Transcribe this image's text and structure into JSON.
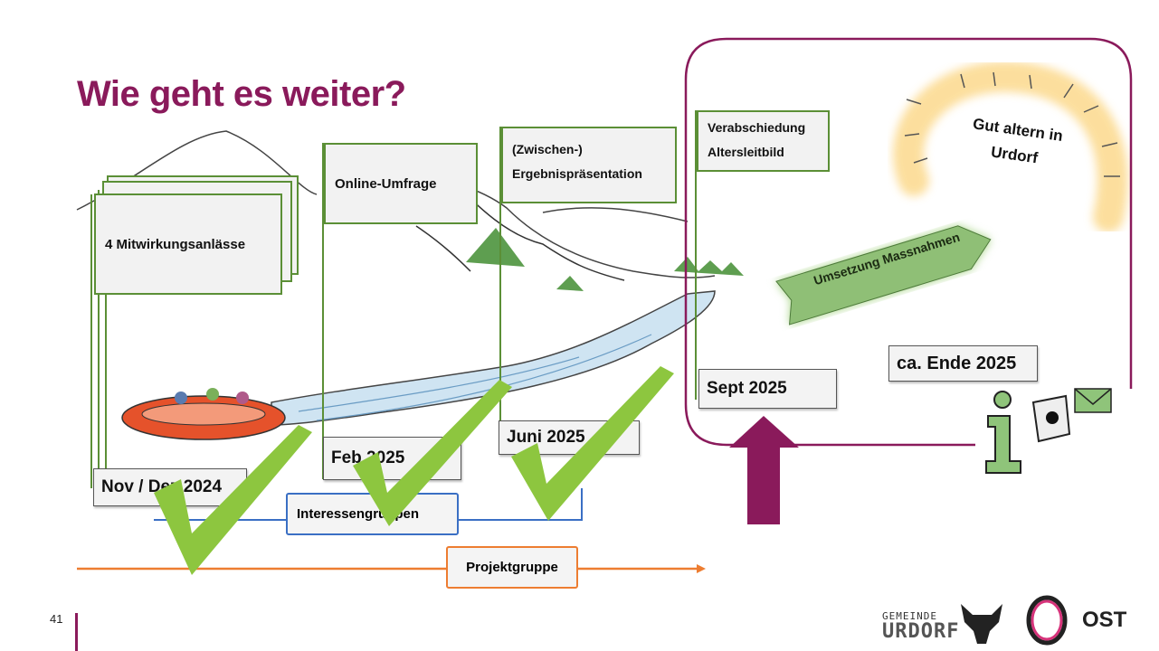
{
  "slide": {
    "title": "Wie geht es weiter?",
    "page_number": "41"
  },
  "milestones": [
    {
      "box": "4 Mitwirkungsanlässe",
      "date": "Nov / Dez 2024",
      "completed": true
    },
    {
      "box": "Online-Umfrage",
      "date": "Feb 2025",
      "completed": true
    },
    {
      "box_line1": "(Zwischen-)",
      "box_line2": "Ergebnispräsentation",
      "date": "Juni 2025",
      "completed": true
    },
    {
      "box_line1": "Verabschiedung",
      "box_line2": "Altersleitbild",
      "date": "Sept 2025",
      "completed": false
    }
  ],
  "future": {
    "implementation": "Umsetzung Massnahmen",
    "vision_line1": "Gut altern in",
    "vision_line2": "Urdorf",
    "info_date": "ca. Ende 2025"
  },
  "tracks": {
    "interest_groups": "Interessengruppen",
    "project_group": "Projektgruppe"
  },
  "logos": {
    "municipality_line1": "GEMEINDE",
    "municipality_line2": "URDORF",
    "university": "OST"
  },
  "colors": {
    "accent_purple": "#8a1a5b",
    "milestone_green": "#5b8f36",
    "check_green": "#8dc63f",
    "interest_blue": "#3a6fc4",
    "project_orange": "#ed7d31"
  }
}
